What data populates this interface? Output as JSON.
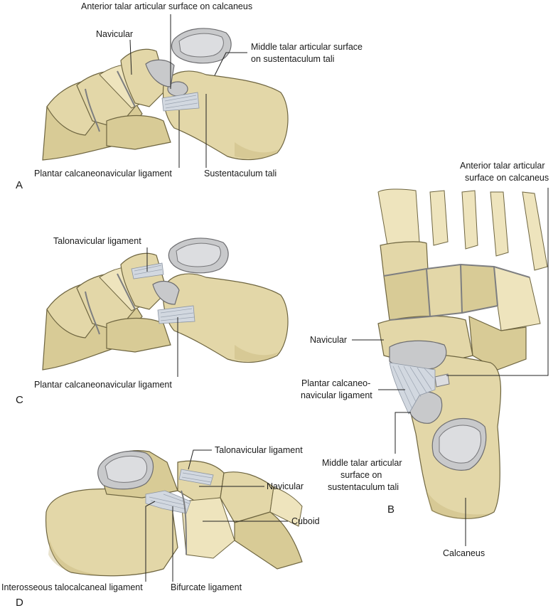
{
  "panels": {
    "a": {
      "letter": "A",
      "labels": {
        "anterior_talar_surface": "Anterior talar articular surface on calcaneus",
        "navicular": "Navicular",
        "middle_talar_surface_1": "Middle talar articular surface",
        "middle_talar_surface_2": "on sustentaculum tali",
        "plantar_ligament": "Plantar calcaneonavicular ligament",
        "sustentaculum": "Sustentaculum tali"
      }
    },
    "b": {
      "letter": "B",
      "labels": {
        "anterior_talar_surface_1": "Anterior talar articular",
        "anterior_talar_surface_2": "surface on calcaneus",
        "navicular": "Navicular",
        "plantar_ligament_1": "Plantar calcaneo-",
        "plantar_ligament_2": "navicular ligament",
        "middle_talar_surface_1": "Middle talar articular",
        "middle_talar_surface_2": "surface on",
        "middle_talar_surface_3": "sustentaculum tali",
        "calcaneus": "Calcaneus"
      }
    },
    "c": {
      "letter": "C",
      "labels": {
        "talonavicular": "Talonavicular ligament",
        "plantar_ligament": "Plantar calcaneonavicular ligament"
      }
    },
    "d": {
      "letter": "D",
      "labels": {
        "talonavicular": "Talonavicular ligament",
        "navicular": "Navicular",
        "cuboid": "Cuboid",
        "interosseous": "Interosseous talocalcaneal ligament",
        "bifurcate": "Bifurcate ligament"
      }
    }
  }
}
